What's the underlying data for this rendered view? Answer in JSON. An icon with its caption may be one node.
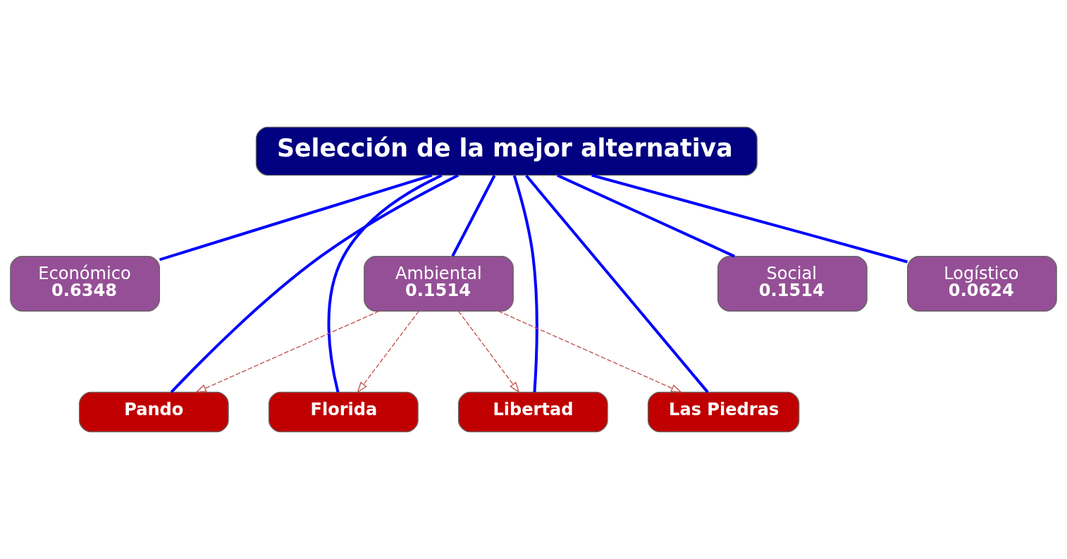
{
  "diagram": {
    "nodes": [
      {
        "text": [
          "Selección de la mejor alternativa"
        ]
      },
      {
        "text": [
          "Económico",
          "0.6348"
        ]
      },
      {
        "text": [
          "Ambiental",
          "0.1514"
        ]
      },
      {
        "text": [
          "Social",
          "0.1514"
        ]
      },
      {
        "text": [
          "Logístico",
          "0.0624"
        ]
      },
      {
        "text": [
          "Pando"
        ]
      },
      {
        "text": [
          "Florida"
        ]
      },
      {
        "text": [
          "Libertad"
        ]
      },
      {
        "text": [
          "Las Piedras"
        ]
      }
    ],
    "edges": [
      {
        "from": 0,
        "to": 1,
        "arrow": "none"
      },
      {
        "from": 0,
        "to": 2,
        "arrow": "none"
      },
      {
        "from": 0,
        "to": 3,
        "arrow": "none"
      },
      {
        "from": 0,
        "to": 4,
        "arrow": "none"
      },
      {
        "from": 0,
        "to": 5,
        "arrow": "none"
      },
      {
        "from": 0,
        "to": 6,
        "arrow": "none"
      },
      {
        "from": 0,
        "to": 7,
        "arrow": "none"
      },
      {
        "from": 0,
        "to": 8,
        "arrow": "none"
      },
      {
        "from": 2,
        "to": 5,
        "arrow": "to",
        "style": "dashed",
        "color": "#c0504d"
      },
      {
        "from": 2,
        "to": 6,
        "arrow": "to",
        "style": "dashed",
        "color": "#c0504d"
      },
      {
        "from": 2,
        "to": 7,
        "arrow": "to",
        "style": "dashed",
        "color": "#c0504d"
      },
      {
        "from": 2,
        "to": 8,
        "arrow": "to",
        "style": "dashed",
        "color": "#c0504d"
      }
    ]
  }
}
